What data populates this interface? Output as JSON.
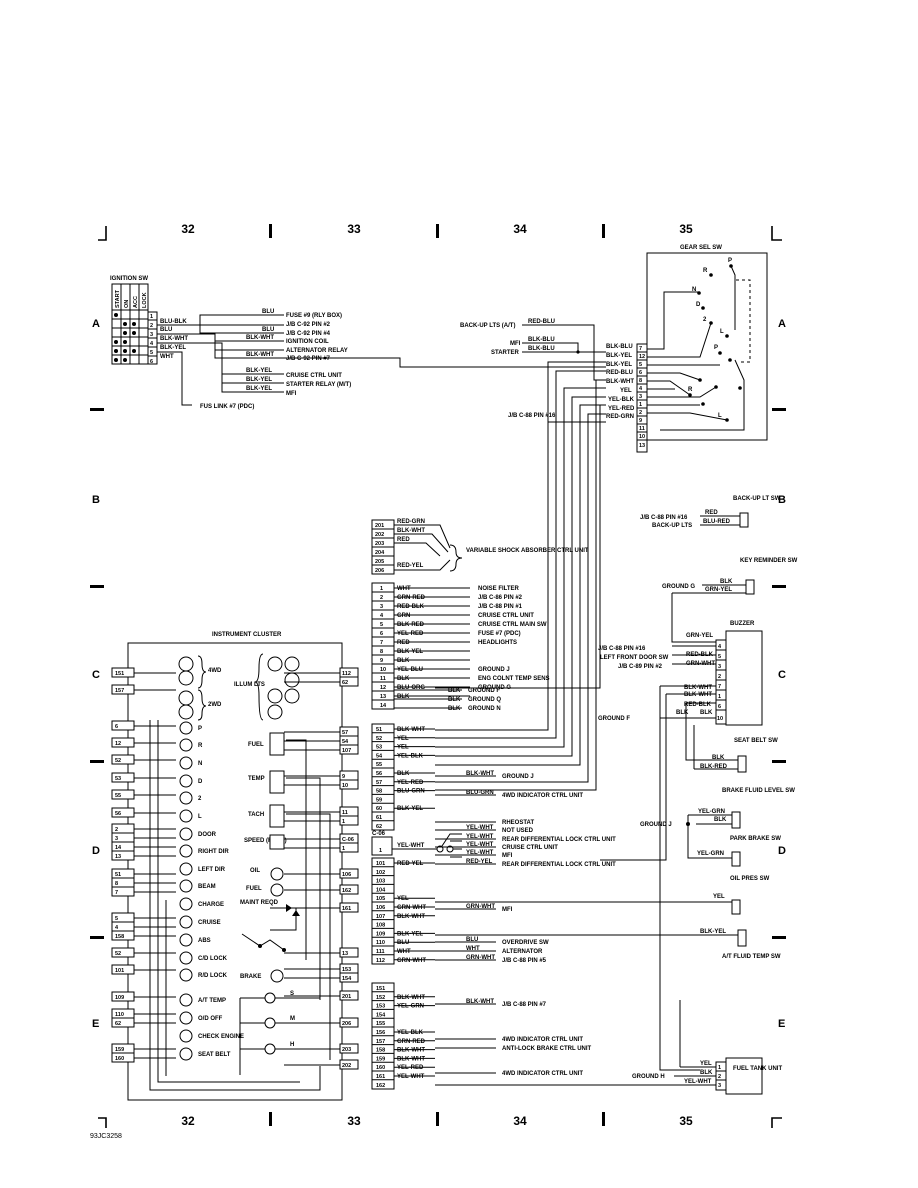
{
  "grid": {
    "columns": [
      "32",
      "33",
      "34",
      "35"
    ],
    "rows_left": [
      "A",
      "B",
      "C",
      "D",
      "E"
    ],
    "rows_right": [
      "A",
      "B",
      "C",
      "D",
      "E"
    ]
  },
  "figure_id": "93JC3258",
  "ignition_sw": {
    "title": "IGNITION SW",
    "positions": [
      "START",
      "ON",
      "ACC",
      "LOCK"
    ],
    "pins": [
      "1",
      "2",
      "3",
      "4",
      "5",
      "6"
    ],
    "wires": [
      "BLU-BLK",
      "BLU",
      "BLK-WHT",
      "BLK-YEL",
      "WHT"
    ],
    "fus_link": "FUS LINK #7 (PDC)"
  },
  "top_left_dest": [
    {
      "wire": "BLU",
      "dest": "FUSE #9 (RLY BOX)"
    },
    {
      "wire": "BLU",
      "dest": "J/B C-92 PIN #2"
    },
    {
      "wire": "BLU",
      "dest": "J/B C-92 PIN #4"
    },
    {
      "wire": "BLK-WHT",
      "dest": "IGNITION COIL"
    },
    {
      "wire": "BLK-WHT",
      "dest": "ALTERNATOR RELAY"
    },
    {
      "wire": "BLK-WHT",
      "dest": "J/B C-92 PIN #7"
    },
    {
      "wire": "BLK-YEL",
      "dest": "CRUISE CTRL UNIT"
    },
    {
      "wire": "BLK-YEL",
      "dest": "STARTER RELAY (M/T)"
    },
    {
      "wire": "BLK-YEL",
      "dest": "MFI"
    }
  ],
  "gear_sel_sw": {
    "title": "GEAR SEL SW",
    "letters_top": [
      "P",
      "R",
      "N",
      "D",
      "2",
      "L"
    ],
    "letters_bottom": [
      "P",
      "R",
      "L"
    ],
    "pins": [
      "7",
      "12",
      "5",
      "6",
      "8",
      "4",
      "3",
      "1",
      "2",
      "9",
      "11",
      "10",
      "13"
    ],
    "wires": [
      "BLK-BLU",
      "BLK-YEL",
      "BLK-YEL",
      "RED-BLU",
      "BLK-WHT",
      "YEL",
      "YEL-BLK",
      "YEL-RED",
      "RED-GRN"
    ],
    "left_dest": [
      {
        "dest": "BACK-UP LTS (A/T)",
        "wire": "RED-BLU"
      },
      {
        "dest": "MFI",
        "wire": "BLK-BLU"
      },
      {
        "dest": "STARTER",
        "wire": "BLK-BLU"
      },
      {
        "dest": "J/B C-88 PIN #16",
        "wire": ""
      }
    ]
  },
  "right_components": {
    "backup_lt_sw": {
      "title": "BACK-UP LT SW",
      "dest1": "J/B C-88 PIN #16",
      "dest2": "BACK-UP LTS",
      "wire1": "RED",
      "wire2": "BLU-RED"
    },
    "key_reminder_sw": {
      "title": "KEY REMINDER SW",
      "dest": "GROUND G",
      "wire1": "BLK",
      "wire2": "GRN-YEL"
    },
    "buzzer": {
      "title": "BUZZER",
      "pins": [
        "4",
        "5",
        "3",
        "2",
        "7",
        "1",
        "6",
        "10"
      ],
      "left_dest": [
        {
          "dest": "J/B C-88 PIN #16",
          "wire": "GRN-YEL"
        },
        {
          "dest": "LEFT FRONT DOOR SW",
          "wire": "RED-BLK"
        },
        {
          "dest": "J/B C-89 PIN #2",
          "wire": "GRN-WHT"
        }
      ],
      "wires_low": [
        "GRN-WHT",
        "BLK-WHT",
        "BLK-WHT",
        "RED-BLK",
        "BLK",
        "BLK"
      ],
      "ground": "GROUND F"
    },
    "seat_belt_sw": {
      "title": "SEAT BELT SW",
      "wire1": "BLK",
      "wire2": "BLK-RED"
    },
    "brake_fluid_sw": {
      "title": "BRAKE FLUID LEVEL SW",
      "wire1": "YEL-GRN",
      "wire2": "BLK",
      "ground": "GROUND J"
    },
    "park_brake_sw": {
      "title": "PARK BRAKE SW",
      "wire": "YEL-GRN"
    },
    "oil_pres_sw": {
      "title": "OIL PRES SW",
      "wire": "YEL"
    },
    "at_fluid_temp_sw": {
      "title": "A/T FLUID TEMP SW",
      "wire": "BLK-YEL"
    },
    "fuel_tank_unit": {
      "title": "FUEL TANK UNIT",
      "ground": "GROUND H",
      "wires": [
        "YEL",
        "BLK",
        "YEL-WHT"
      ],
      "pins": [
        "1",
        "2",
        "3"
      ]
    }
  },
  "connector_upper": {
    "pins": [
      "201",
      "202",
      "203",
      "204",
      "205",
      "206"
    ],
    "wires": [
      "RED-GRN",
      "BLK-WHT",
      "RED",
      "",
      "",
      "RED-YEL"
    ],
    "dest": "VARIABLE SHOCK ABSORBER CTRL UNIT"
  },
  "connector_mid": {
    "pins": [
      "1",
      "2",
      "3",
      "4",
      "5",
      "6",
      "7",
      "8",
      "9",
      "10",
      "11",
      "12",
      "13",
      "14"
    ],
    "rows": [
      {
        "wire": "WHT",
        "dest": "NOISE FILTER"
      },
      {
        "wire": "GRN-RED",
        "dest": "J/B C-86 PIN #2"
      },
      {
        "wire": "RED-BLK",
        "dest": "J/B C-88 PIN #1"
      },
      {
        "wire": "GRN",
        "dest": "CRUISE CTRL UNIT"
      },
      {
        "wire": "BLK-RED",
        "dest": "CRUISE CTRL MAIN SW"
      },
      {
        "wire": "YEL-RED",
        "dest": "FUSE #7 (PDC)"
      },
      {
        "wire": "RED",
        "dest": "HEADLIGHTS"
      },
      {
        "wire": "BLK-YEL",
        "dest": ""
      },
      {
        "wire": "BLK",
        "dest": ""
      },
      {
        "wire": "YEL-BLU",
        "dest": "GROUND J"
      },
      {
        "wire": "BLK",
        "dest": "ENG COLNT TEMP SENS"
      },
      {
        "wire": "BLU-ORG",
        "dest": "GROUND G"
      },
      {
        "wire": "BLK",
        "dest": ""
      },
      {
        "wire": "",
        "dest": ""
      }
    ],
    "grounds": [
      {
        "wire": "BLK",
        "dest": "GROUND F"
      },
      {
        "wire": "BLK",
        "dest": "GROUND Q"
      },
      {
        "wire": "BLK",
        "dest": "GROUND N"
      }
    ]
  },
  "connector_lower": {
    "pins_a": [
      "51",
      "52",
      "53",
      "54",
      "55",
      "56",
      "57",
      "58",
      "59",
      "60",
      "61",
      "62"
    ],
    "wires_a": [
      "BLK-WHT",
      "YEL",
      "YEL",
      "YEL-BLK",
      "",
      "BLK",
      "YEL-RED",
      "BLU-GRN",
      "",
      "BLK-YEL",
      "",
      ""
    ],
    "dest_a": [
      {
        "wire": "BLK-WHT",
        "dest": "GROUND J"
      },
      {
        "wire": "BLU-GRN",
        "dest": "4WD INDICATOR CTRL UNIT"
      }
    ],
    "c06_pin": "1",
    "c06_label": "C-06",
    "c06_wire": "YEL-WHT",
    "c06_dest": [
      {
        "wire": "",
        "dest": "RHEOSTAT"
      },
      {
        "wire": "YEL-WHT",
        "dest": "NOT USED"
      },
      {
        "wire": "YEL-WHT",
        "dest": "REAR DIFFERENTIAL LOCK CTRL UNIT"
      },
      {
        "wire": "YEL-WHT",
        "dest": "CRUISE CTRL UNIT"
      },
      {
        "wire": "YEL-WHT",
        "dest": "MFI"
      },
      {
        "wire": "RED-YEL",
        "dest": "REAR DIFFERENTIAL LOCK CTRL UNIT"
      }
    ],
    "pins_b": [
      "101",
      "102",
      "103",
      "104",
      "105",
      "106",
      "107",
      "108",
      "109",
      "110",
      "111",
      "112"
    ],
    "wires_b": [
      "RED-YEL",
      "",
      "",
      "",
      "YEL",
      "GRN-WHT",
      "BLK-WHT",
      "",
      "BLK-YEL",
      "BLU",
      "WHT",
      "GRN-WHT"
    ],
    "dest_b": [
      {
        "wire": "GRN-WHT",
        "dest": "MFI"
      },
      {
        "wire": "BLU",
        "dest": "OVERDRIVE SW"
      },
      {
        "wire": "WHT",
        "dest": "ALTERNATOR"
      },
      {
        "wire": "GRN-WHT",
        "dest": "J/B C-88 PIN #5"
      }
    ],
    "pins_c": [
      "151",
      "152",
      "153",
      "154",
      "155",
      "156",
      "157",
      "158",
      "159",
      "160",
      "161",
      "162"
    ],
    "wires_c": [
      "",
      "BLK-WHT",
      "YEL-GRN",
      "",
      "",
      "YEL-BLK",
      "GRN-RED",
      "BLK-WHT",
      "BLK-WHT",
      "YEL-RED",
      "YEL-WHT",
      ""
    ],
    "dest_c": [
      {
        "wire": "BLK-WHT",
        "dest": "J/B C-88 PIN #7"
      },
      {
        "wire": "",
        "dest": "4WD INDICATOR CTRL UNIT"
      },
      {
        "wire": "",
        "dest": "ANTI-LOCK BRAKE CTRL UNIT"
      },
      {
        "wire": "",
        "dest": "4WD INDICATOR CTRL UNIT"
      }
    ]
  },
  "instrument_cluster": {
    "title": "INSTRUMENT CLUSTER",
    "left_pins": [
      "151",
      "157",
      "6",
      "12",
      "52",
      "53",
      "55",
      "56",
      "2",
      "3",
      "14",
      "13",
      "51",
      "8",
      "7",
      "5",
      "4",
      "158",
      "52",
      "101",
      "109",
      "110",
      "62",
      "159",
      "160"
    ],
    "right_pins": [
      "112",
      "62",
      "57",
      "54",
      "107",
      "9",
      "10",
      "11",
      "1",
      "C-06",
      "1",
      "106",
      "162",
      "161",
      "13",
      "153",
      "154",
      "201",
      "206",
      "203",
      "202"
    ],
    "lamps": [
      "4WD",
      "2WD",
      "P",
      "R",
      "N",
      "D",
      "2",
      "L",
      "DOOR",
      "RIGHT DIR",
      "LEFT DIR",
      "BEAM",
      "CHARGE",
      "CRUISE",
      "ABS",
      "C/D LOCK",
      "R/D LOCK",
      "A/T TEMP",
      "O/D OFF",
      "CHECK ENGINE",
      "SEAT BELT"
    ],
    "gauges": [
      "ILLUM LTS",
      "FUEL",
      "TEMP",
      "TACH",
      "SPEED (REED)",
      "OIL",
      "FUEL",
      "MAINT REQD",
      "BRAKE"
    ],
    "shock_letters": [
      "S",
      "M",
      "H"
    ]
  }
}
